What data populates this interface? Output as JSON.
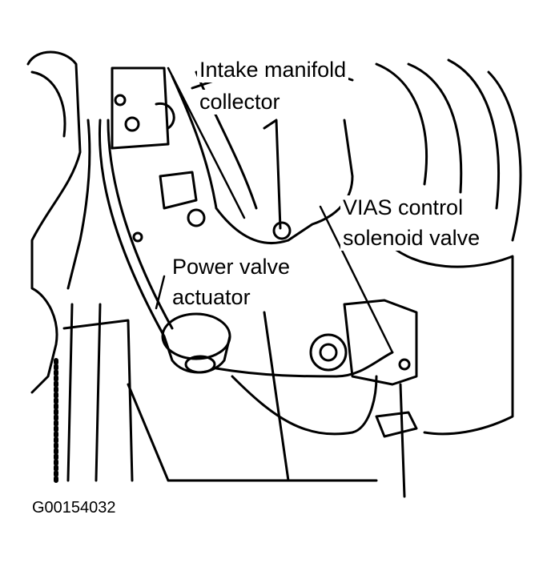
{
  "labels": {
    "intake_line1": "Intake manifold",
    "intake_line2": "collector",
    "vias_line1": "VIAS control",
    "vias_line2": "solenoid valve",
    "power_line1": "Power valve",
    "power_line2": "actuator"
  },
  "figure_code": "G00154032"
}
